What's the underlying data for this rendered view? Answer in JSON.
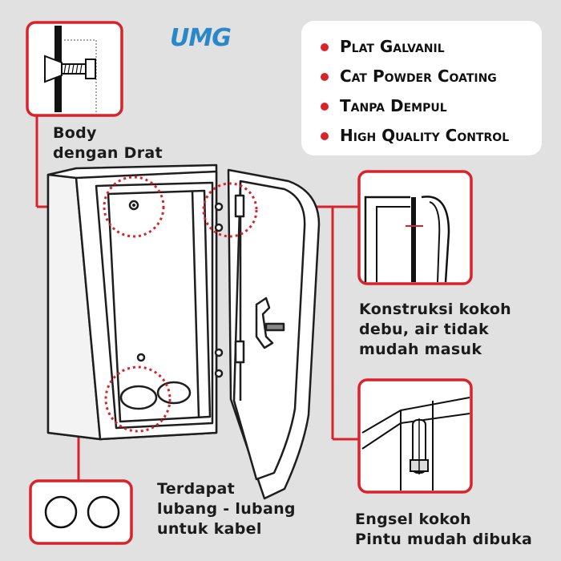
{
  "brand": {
    "logo_text": "UMG"
  },
  "features": [
    {
      "label": "Plat Galvanil"
    },
    {
      "label": "Cat Powder Coating"
    },
    {
      "label": "Tanpa Dempul"
    },
    {
      "label": "High Quality Control"
    }
  ],
  "callouts": {
    "body_drat": [
      "Body",
      "dengan Drat"
    ],
    "konstruksi": [
      "Konstruksi kokoh",
      "debu, air tidak",
      "mudah masuk"
    ],
    "lubang": [
      "Terdapat",
      "lubang - lubang",
      "untuk kabel"
    ],
    "engsel": [
      "Engsel kokoh",
      "Pintu mudah dibuka"
    ]
  },
  "colors": {
    "accent": "#d9232a",
    "logo": "#2a88c8",
    "background": "#e1e1e1",
    "ink": "#1b1b1b"
  }
}
